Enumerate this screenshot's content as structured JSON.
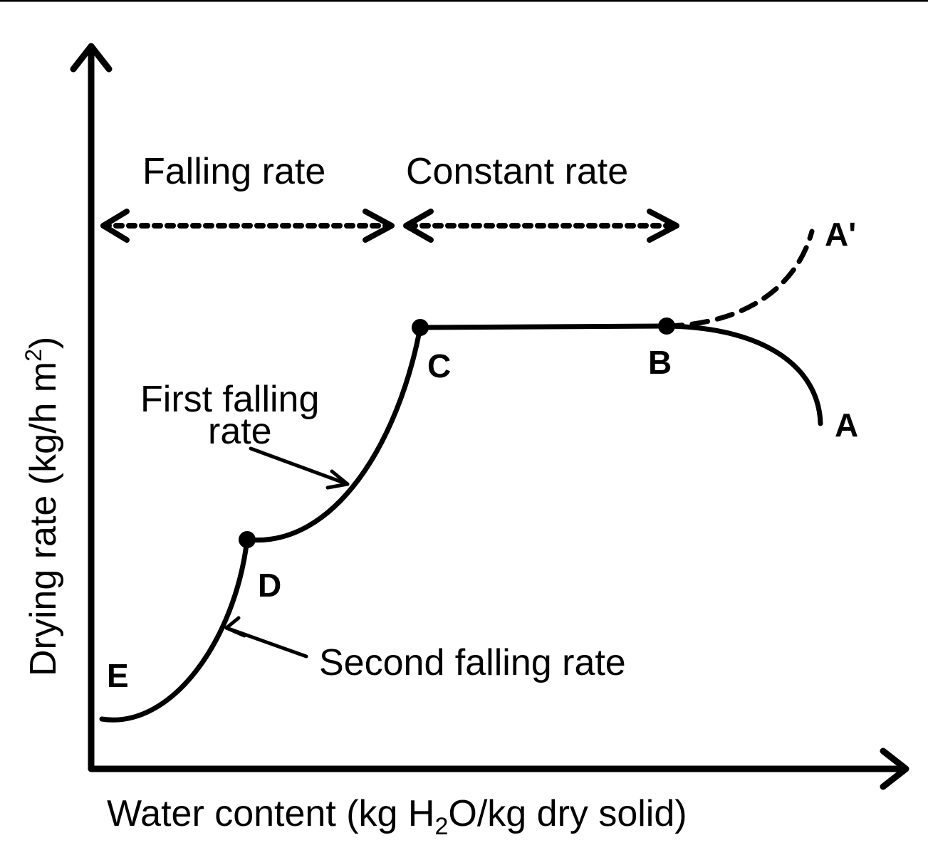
{
  "x_axis_label": {
    "before": "Water content (kg H",
    "sub": "2",
    "after": "O/kg dry solid)"
  },
  "y_axis_label": {
    "before": "Drying rate (kg/h m",
    "sup": "2",
    "after": ")"
  },
  "regions": {
    "falling": "Falling rate",
    "constant": "Constant rate"
  },
  "points": {
    "A": "A",
    "A_prime": "A'",
    "B": "B",
    "C": "C",
    "D": "D",
    "E": "E"
  },
  "annotations": {
    "first_falling_line1": "First falling",
    "first_falling_line2": "rate",
    "second_falling": "Second falling rate"
  }
}
